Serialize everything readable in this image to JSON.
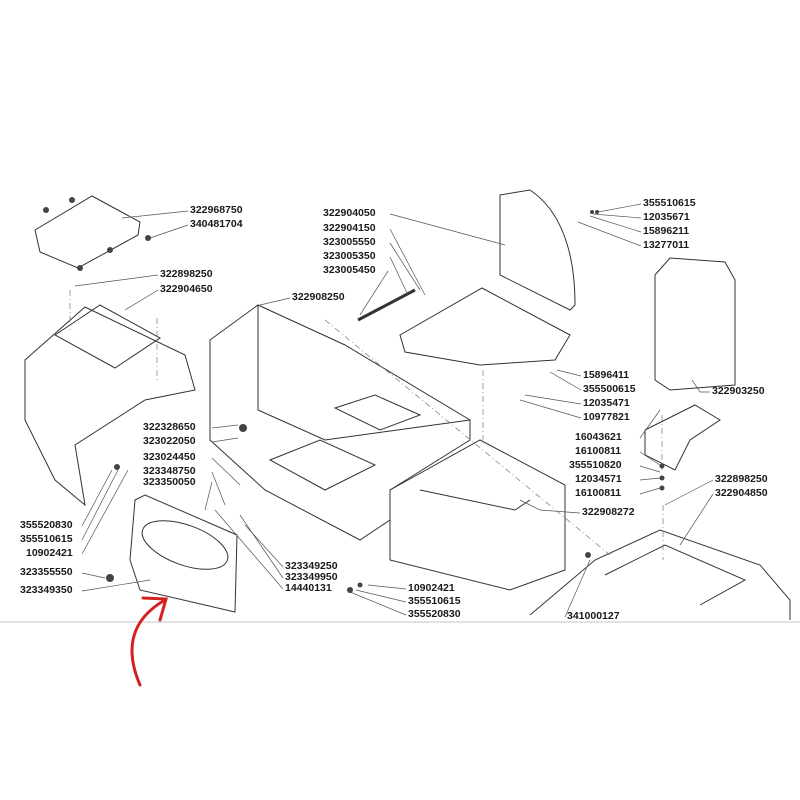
{
  "diagram": {
    "part_labels": [
      "322968750",
      "340481704",
      "322898250",
      "322904650",
      "322904050",
      "322904150",
      "323005550",
      "323005350",
      "323005450",
      "322908250",
      "355510615",
      "12035671",
      "15896211",
      "13277011",
      "15896411",
      "355500615",
      "12035471",
      "10977821",
      "322903250",
      "16043621",
      "16100811",
      "355510820",
      "12034571",
      "16100811",
      "322898250",
      "322904850",
      "322908272",
      "322328650",
      "323022050",
      "323024450",
      "323348750",
      "323350050",
      "355520830",
      "355510615",
      "10902421",
      "323355550",
      "323349350",
      "323349250",
      "323349950",
      "14440131",
      "10902421",
      "355510615",
      "355520830",
      "341000127"
    ],
    "highlight_arrow_color": "#d42020"
  }
}
